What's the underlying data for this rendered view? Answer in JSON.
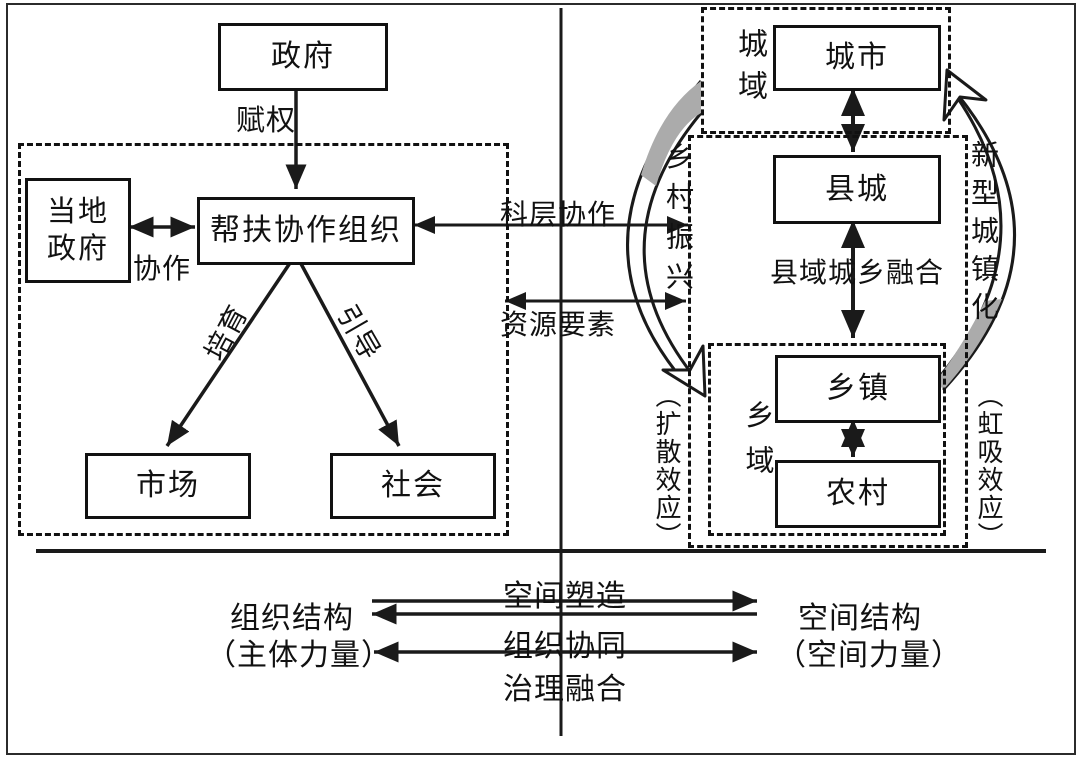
{
  "colors": {
    "line": "#1a1a1a",
    "curve_shade": "#ababab",
    "background": "#ffffff"
  },
  "top": {
    "government": "政府",
    "empower_label": "赋权"
  },
  "left_group": {
    "local_gov_line1": "当地",
    "local_gov_line2": "政府",
    "collaborate_label": "协作",
    "org": "帮扶协作组织",
    "cultivate_label": "培育",
    "guide_label": "引导",
    "market": "市场",
    "society": "社会"
  },
  "middle": {
    "bureaucratic_label": "科层协作",
    "resource_label": "资源要素"
  },
  "right_group": {
    "urban_region_label": "城域",
    "city": "城市",
    "county": "县城",
    "county_integration_label": "县域城乡融合",
    "town": "乡镇",
    "village": "农村",
    "rural_region_label": "乡域",
    "rural_revitalization_label": "乡村振兴",
    "new_urbanization_label": "新型城镇化",
    "diffusion_label": "（扩散效应）",
    "siphon_label": "（虹吸效应）"
  },
  "bottom": {
    "org_structure": "组织结构",
    "org_structure_sub": "（主体力量）",
    "space_structure": "空间结构",
    "space_structure_sub": "（空间力量）",
    "arrow1_label": "空间塑造",
    "arrow2_label": "组织协同",
    "arrow3_label": "治理融合"
  }
}
